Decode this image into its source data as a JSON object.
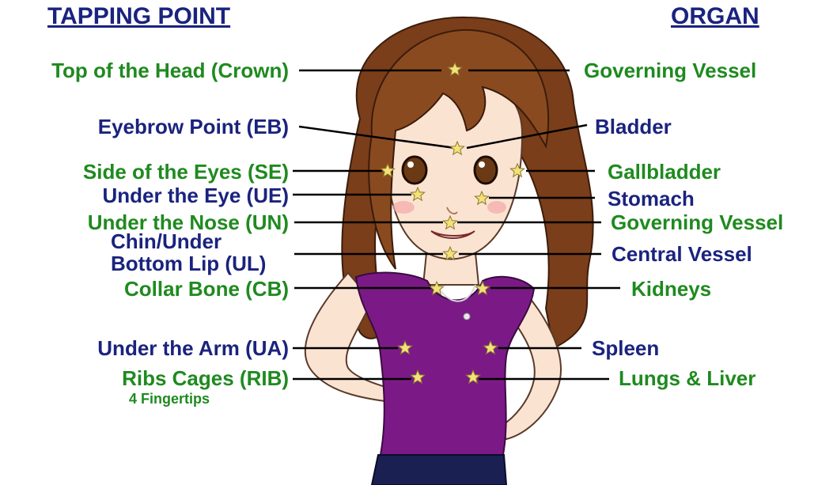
{
  "headers": {
    "left": "TAPPING POINT",
    "right": "ORGAN"
  },
  "colors": {
    "green": "#1f8a1f",
    "navy": "#1a237e",
    "hair": "#7a3e1a",
    "skin": "#fbe3d2",
    "shirt": "#7b1a86",
    "star": "#f3e27a"
  },
  "points": [
    {
      "tapping_point": "Top of the Head (Crown)",
      "organ": "Governing Vessel"
    },
    {
      "tapping_point": "Eyebrow Point (EB)",
      "organ": "Bladder"
    },
    {
      "tapping_point": "Side of the Eyes (SE)",
      "organ": "Gallbladder"
    },
    {
      "tapping_point": "Under the Eye (UE)",
      "organ": "Stomach"
    },
    {
      "tapping_point": "Under the Nose (UN)",
      "organ": "Governing Vessel"
    },
    {
      "tapping_point": "Chin/Under",
      "tapping_point_line2": "Bottom Lip (UL)",
      "organ": "Central Vessel"
    },
    {
      "tapping_point": "Collar Bone (CB)",
      "organ": "Kidneys"
    },
    {
      "tapping_point": "Under the Arm (UA)",
      "organ": "Spleen"
    },
    {
      "tapping_point": "Ribs Cages (RIB)",
      "tapping_note": "4 Fingertips",
      "organ": "Lungs & Liver"
    }
  ]
}
